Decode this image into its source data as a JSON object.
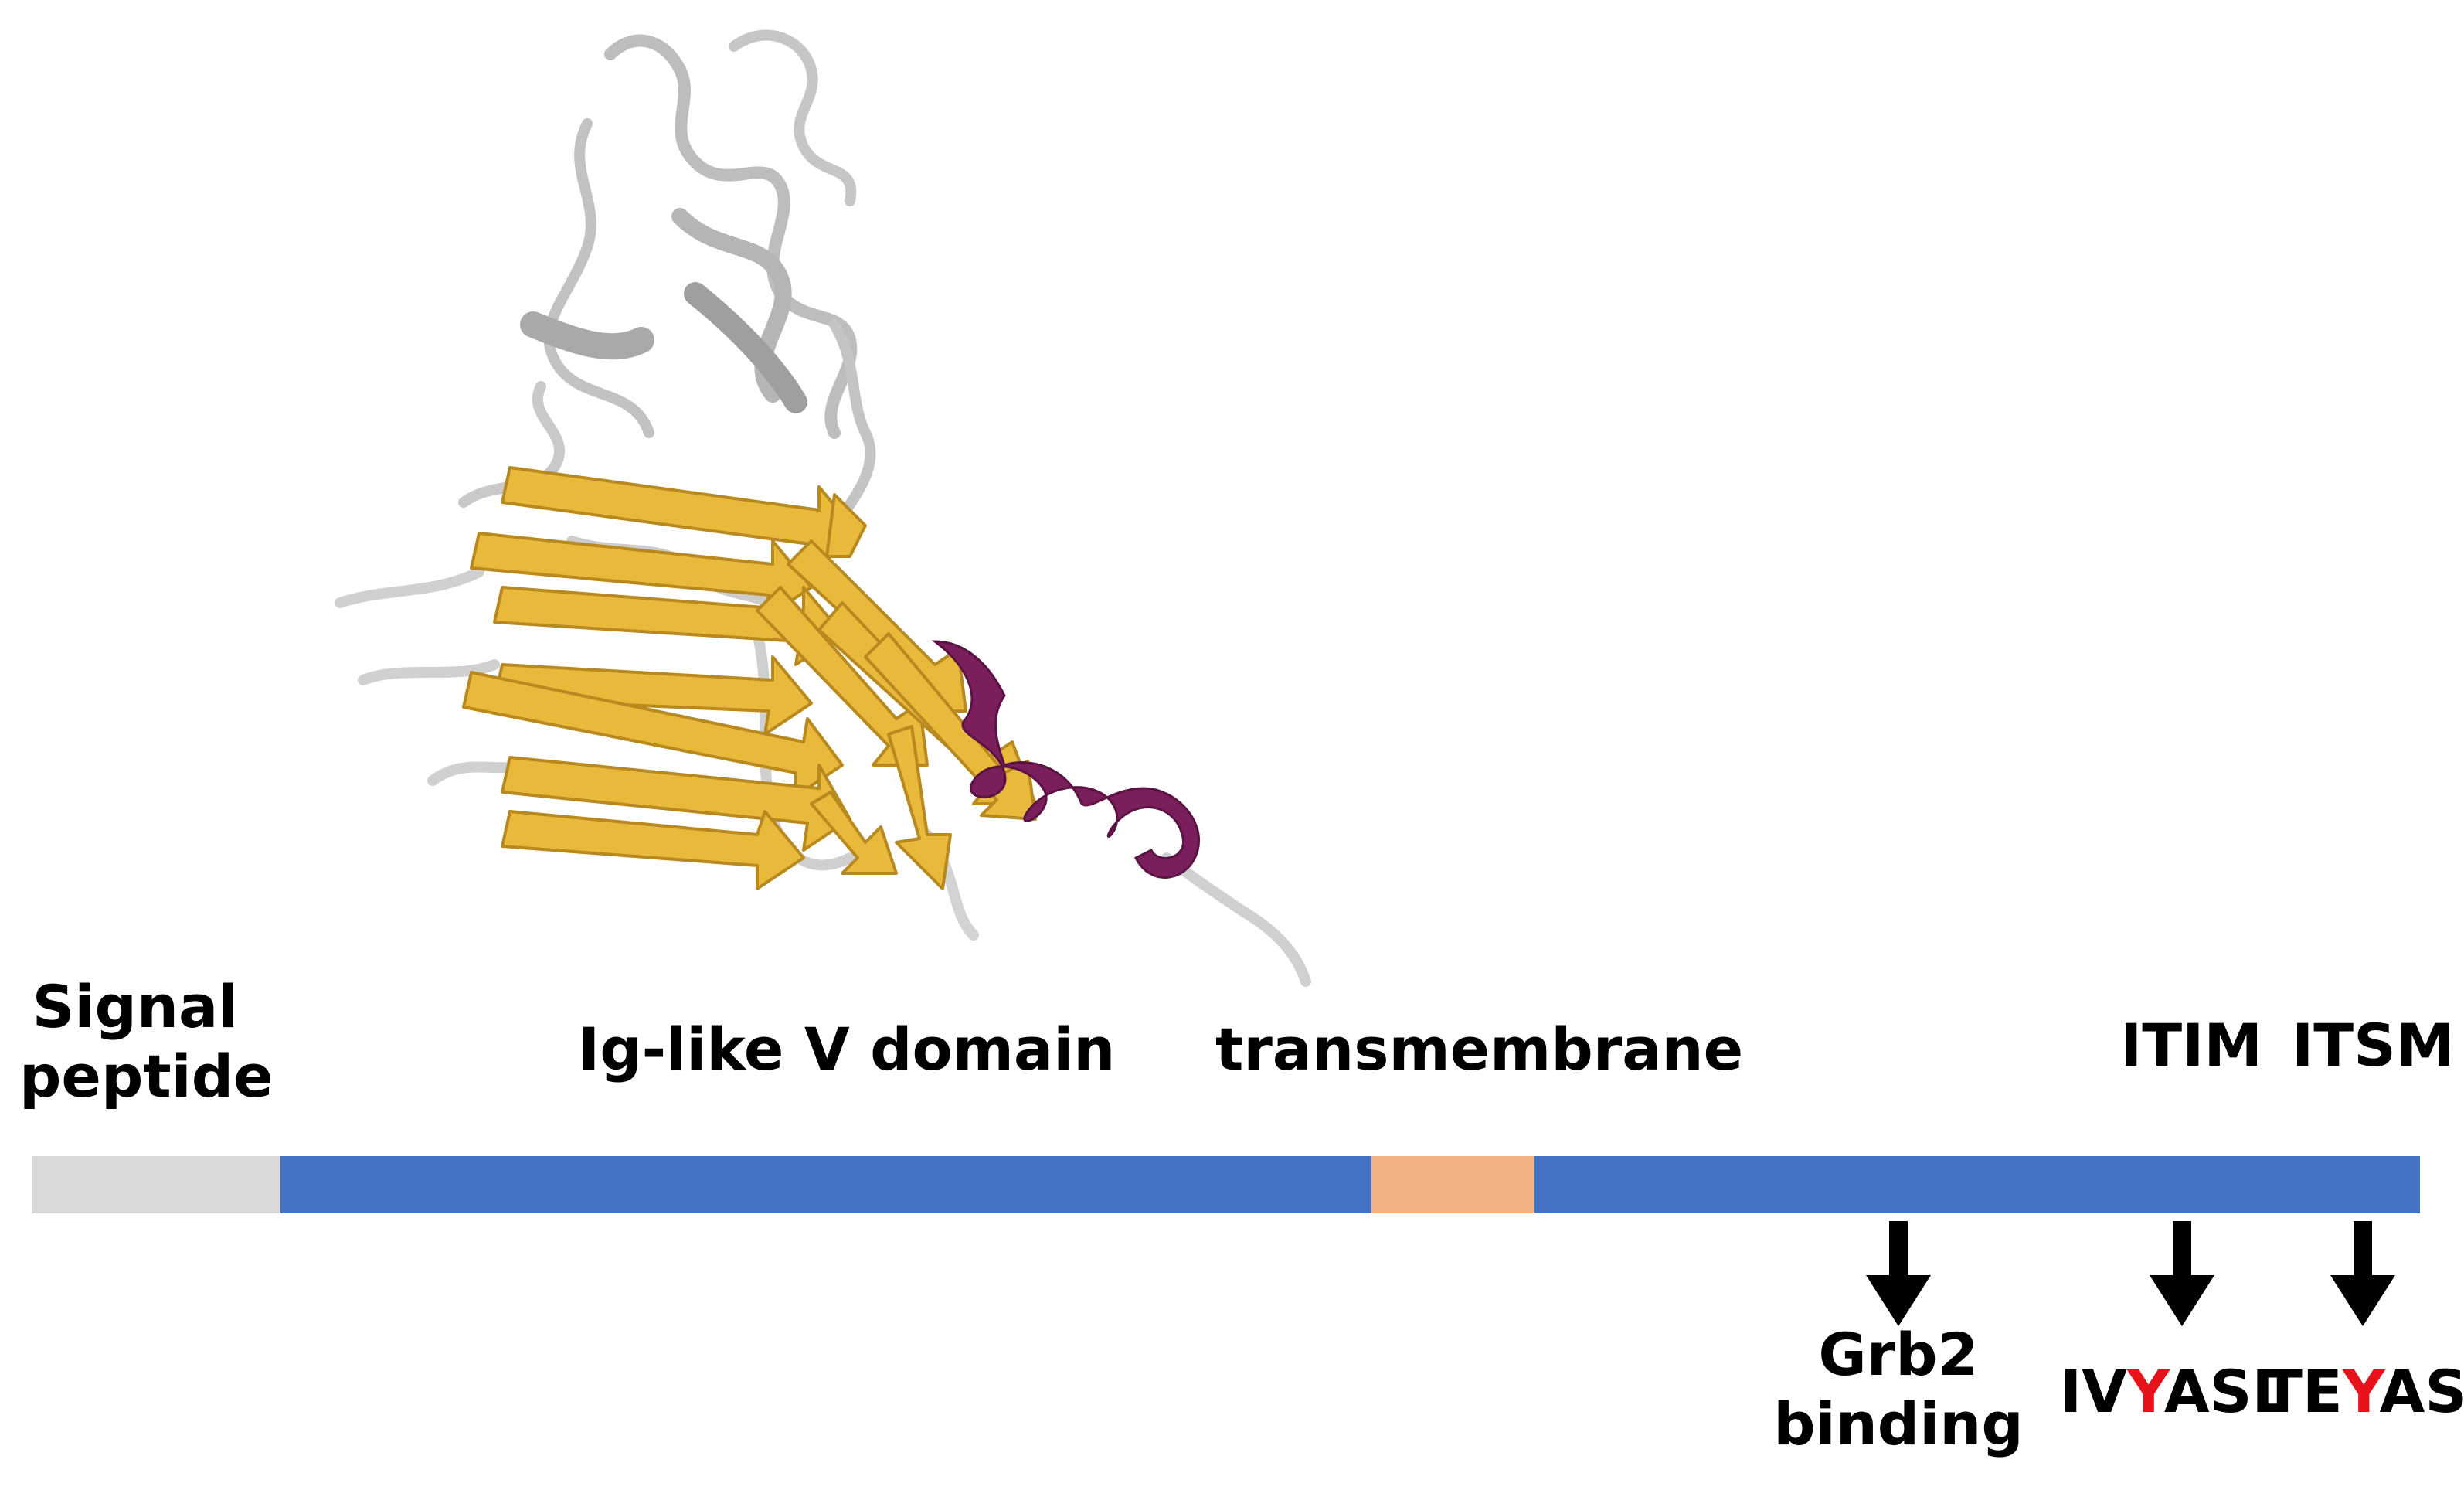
{
  "labels": {
    "signal_line1": "Signal",
    "signal_line2": "peptide",
    "ig_domain": "Ig-like V domain",
    "transmembrane": "transmembrane",
    "itim": "ITIM",
    "itsm": "ITSM",
    "grb2_line1": "Grb2",
    "grb2_line2": "binding"
  },
  "motifs": {
    "itim_seq": {
      "before": "IV",
      "tyrosine": "Y",
      "after": "ASL"
    },
    "itsm_seq": {
      "before": "TE",
      "tyrosine": "Y",
      "after": "ASI"
    }
  },
  "colors": {
    "signal_peptide": "#d9d9d9",
    "domain_blue": "#4472c4",
    "transmembrane": "#f4b183",
    "strand_gold": "#e9b93c",
    "helix_purple": "#7a1e5c",
    "coil_grey": "#cfcfcf",
    "tyrosine_red": "#e8121b",
    "arrow": "#000000"
  }
}
